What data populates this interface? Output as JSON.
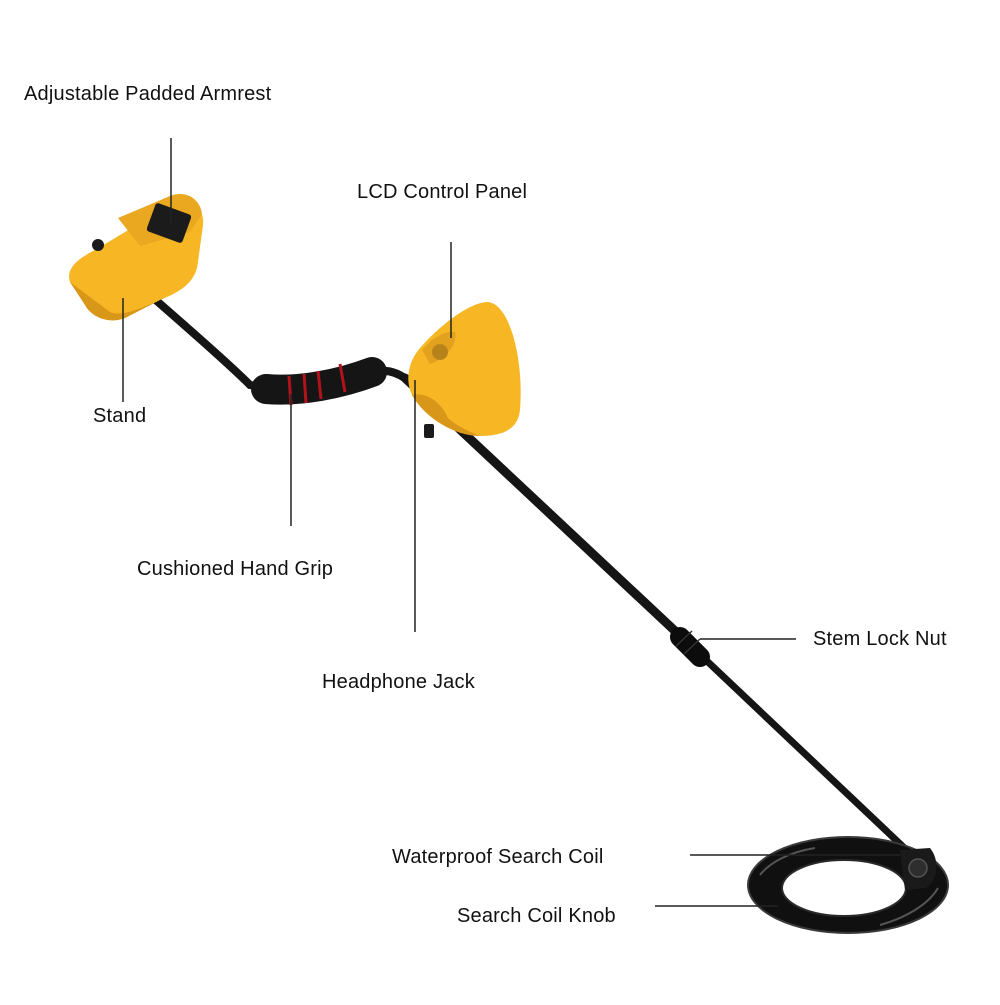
{
  "diagram": {
    "subject": "metal-detector",
    "colors": {
      "housing_yellow": "#f7b724",
      "housing_shadow": "#d9971a",
      "shaft_black": "#151515",
      "grip_red": "#b3121c",
      "leader_line": "#222222"
    },
    "labels": {
      "armrest": "Adjustable Padded Armrest",
      "lcd_panel": "LCD Control Panel",
      "stand": "Stand",
      "hand_grip": "Cushioned Hand Grip",
      "stem_lock_nut": "Stem Lock Nut",
      "headphone_jack": "Headphone Jack",
      "search_coil": "Waterproof Search Coil",
      "coil_knob": "Search Coil Knob"
    }
  }
}
